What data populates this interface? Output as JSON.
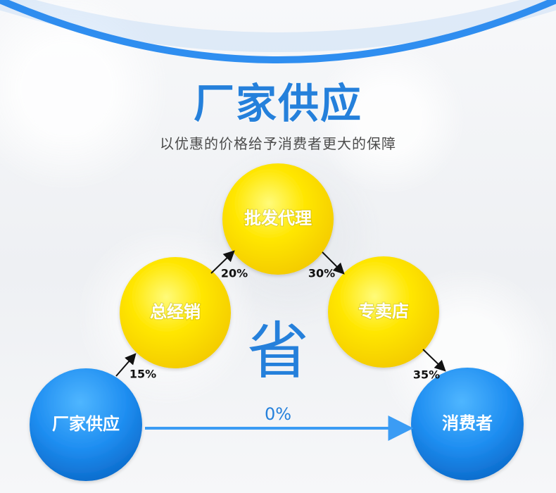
{
  "title": "厂家供应",
  "subtitle": "以优惠的价格给予消费者更大的保障",
  "center_text": "省",
  "nodes": {
    "factory": "厂家供应",
    "general": "总经销",
    "wholesale": "批发代理",
    "store": "专卖店",
    "consumer": "消费者"
  },
  "rates": {
    "factory_to_general": "15%",
    "general_to_wholesale": "20%",
    "wholesale_to_store": "30%",
    "store_to_consumer": "35%",
    "direct": "0%"
  },
  "colors": {
    "blue": "#2580db",
    "yellow": "#ffd400",
    "dark_text": "#111111"
  }
}
